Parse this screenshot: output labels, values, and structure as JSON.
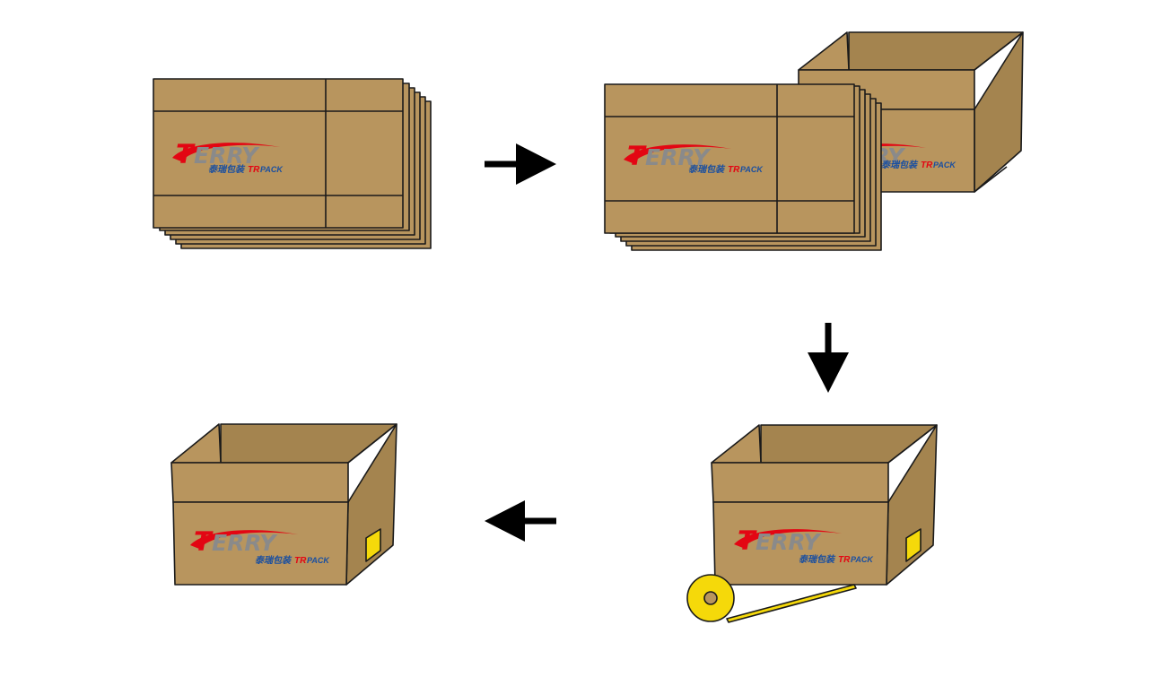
{
  "colors": {
    "cardboard": "#b8955e",
    "cardboard_dark": "#a4844f",
    "outline": "#1a1a1a",
    "logo_red": "#e30613",
    "logo_gray": "#8a8a8a",
    "logo_blue": "#1a4fa0",
    "tape_yellow": "#f5d90a",
    "arrow": "#000000"
  },
  "logo": {
    "initial": "T",
    "rest": "ERRY",
    "chinese": "泰瑞包装",
    "tr": "TR",
    "pack": "PACK"
  },
  "steps": [
    {
      "name": "flat-stack",
      "description": "flattened cartons stacked"
    },
    {
      "name": "forming",
      "description": "carton erected from stack"
    },
    {
      "name": "taping",
      "description": "bottom taped with tape roll"
    },
    {
      "name": "finished",
      "description": "finished open carton"
    }
  ],
  "arrows": [
    {
      "name": "arrow-right"
    },
    {
      "name": "arrow-down"
    },
    {
      "name": "arrow-left"
    }
  ]
}
